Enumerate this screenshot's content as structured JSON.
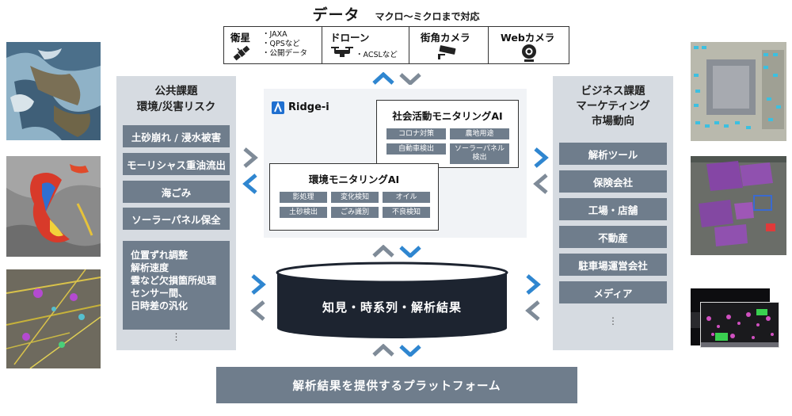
{
  "header": {
    "title": "データ",
    "subtitle": "マクロ〜ミクロまで対応"
  },
  "sources": [
    {
      "title": "衛星",
      "notes": [
        "・JAXA",
        "・QPSなど",
        "・公開データ"
      ],
      "icon": "satellite-icon"
    },
    {
      "title": "ドローン",
      "notes": [
        "・ACSLなど"
      ],
      "icon": "drone-icon"
    },
    {
      "title": "街角カメラ",
      "notes": [],
      "icon": "security-camera-icon"
    },
    {
      "title": "Webカメラ",
      "notes": [],
      "icon": "webcam-icon"
    }
  ],
  "left_panel": {
    "title_line1": "公共課題",
    "title_line2": "環境/災害リスク",
    "items": [
      "土砂崩れ / 浸水被害",
      "モーリシャス重油流出",
      "海ごみ",
      "ソーラーパネル保全"
    ],
    "challenges": [
      "位置ずれ調整",
      "解析速度",
      "雲など欠損箇所処理",
      "センサー間、",
      "日時差の汎化"
    ],
    "ellipsis": "⋮"
  },
  "right_panel": {
    "title_line1": "ビジネス課題",
    "title_line2": "マーケティング",
    "title_line3": "市場動向",
    "items": [
      "解析ツール",
      "保険会社",
      "工場・店舗",
      "不動産",
      "駐車場運営会社",
      "メディア"
    ],
    "ellipsis": "⋮"
  },
  "center": {
    "logo_text": "Ridge-i",
    "social_ai": {
      "title": "社会活動モニタリングAI",
      "tags": [
        "コロナ対策",
        "農地用途",
        "自動車検出",
        "ソーラーパネル\n検出"
      ]
    },
    "env_ai": {
      "title": "環境モニタリングAI",
      "tags": [
        "影処理",
        "変化検知",
        "オイル",
        "土砂検出",
        "ごみ識別",
        "不良検知"
      ]
    },
    "database_label": "知見・時系列・解析結果"
  },
  "platform": {
    "label": "解析結果を提供するプラットフォーム"
  },
  "colors": {
    "arrow_blue": "#2f86d0",
    "arrow_gray": "#7f8b98",
    "chip": "#6f7d8c",
    "panel": "#d6dbe1",
    "logo_blue": "#1f6fd0",
    "database": "#1d2430"
  }
}
